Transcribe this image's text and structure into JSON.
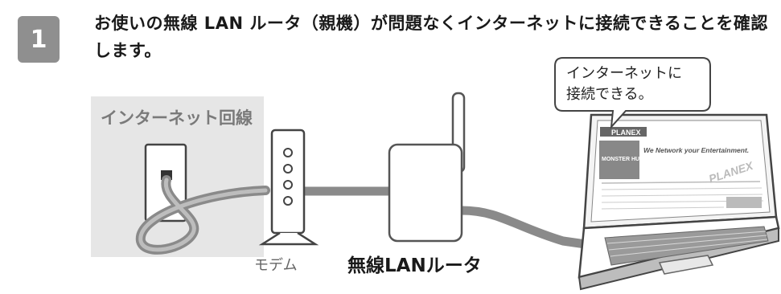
{
  "step": {
    "number": "1"
  },
  "instruction": {
    "text": "お使いの無線 LAN ルータ（親機）が問題なくインターネットに接続できることを確認します。"
  },
  "callout": {
    "line1": "インターネットに",
    "line2": "接続できる。"
  },
  "labels": {
    "internet_line": "インターネット回線",
    "modem": "モデム",
    "router": "無線LANルータ"
  },
  "laptop_screen": {
    "brand": "PLANEX",
    "tagline": "We Network your Entertainment.",
    "side_text": "MONSTER HUNTER",
    "banner": "PLANEX"
  },
  "colors": {
    "badge": "#8f8f8f",
    "cable": "#8a8a8a",
    "wall": "#e6e6e6",
    "device_outline": "#555555"
  }
}
